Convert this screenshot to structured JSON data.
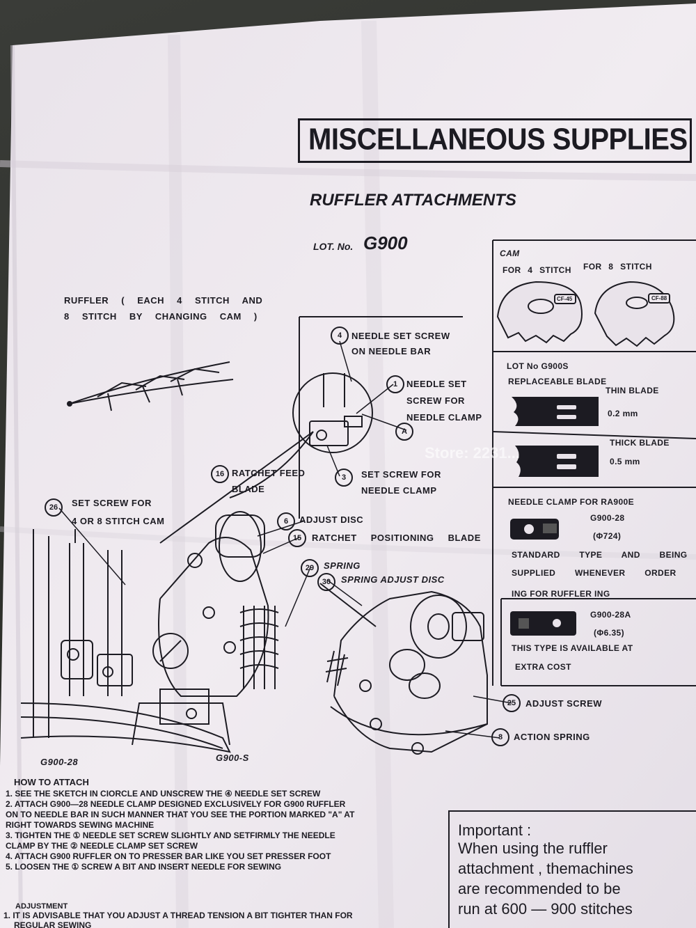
{
  "header": {
    "title": "MISCELLANEOUS SUPPLIES",
    "subtitle": "RUFFLER ATTACHMENTS",
    "lot_label": "LOT. No.",
    "lot_value": "G900"
  },
  "ruffler_note": {
    "line1": "RUFFLER ( EACH 4 STITCH AND",
    "line2": "8 STITCH BY CHANGING CAM )"
  },
  "callouts": {
    "c4": {
      "num": "4",
      "line1": "NEEDLE SET SCREW",
      "line2": "ON NEEDLE BAR"
    },
    "c1": {
      "num": "1",
      "line1": "NEEDLE SET",
      "line2": "SCREW FOR",
      "line3": "NEEDLE CLAMP"
    },
    "cA": {
      "num": "A"
    },
    "c3": {
      "num": "3",
      "line1": "SET SCREW FOR",
      "line2": "NEEDLE CLAMP"
    },
    "c16": {
      "num": "16",
      "line1": "RATCHET FEED",
      "line2": "BLADE"
    },
    "c26": {
      "num": "26",
      "line1": "SET SCREW FOR",
      "line2": "4 OR 8 STITCH CAM"
    },
    "c6": {
      "num": "6",
      "text": "ADJUST DISC"
    },
    "c15": {
      "num": "15",
      "text": "RATCHET POSITIONING BLADE"
    },
    "c29": {
      "num": "29",
      "text": "SPRING"
    },
    "c30": {
      "num": "30",
      "text": "SPRING ADJUST DISC"
    },
    "c25": {
      "num": "25",
      "text": "ADJUST SCREW"
    },
    "c8": {
      "num": "8",
      "text": "ACTION SPRING"
    }
  },
  "watermark": "Store: 2231...",
  "cam_panel": {
    "title": "CAM",
    "label_4": "FOR 4 STITCH",
    "label_8": "FOR 8 STITCH",
    "code_4": "CF-45",
    "code_8": "CF-88"
  },
  "blade_panel": {
    "lot": "LOT No  G900S",
    "title": "REPLACEABLE BLADE",
    "thin": "THIN BLADE",
    "thin_size": "0.2 mm",
    "thick": "THICK BLADE",
    "thick_size": "0.5 mm"
  },
  "clamp_panel": {
    "title": "NEEDLE CLAMP FOR RA900E",
    "part1": "G900-28",
    "part1_dim": "(Φ724)",
    "desc1": "STANDARD TYPE AND BEING",
    "desc2": "SUPPLIED WHENEVER ORDER",
    "desc3": "ING FOR RUFFLER ING",
    "part2": "G900-28A",
    "part2_dim": "(Φ6.35)",
    "desc4": "THIS TYPE IS AVAILABLE AT",
    "desc5": "EXTRA COST"
  },
  "fig_labels": {
    "left": "G900-28",
    "right": "G900-S"
  },
  "how_to": {
    "title": "HOW TO ATTACH",
    "lines": [
      "1. SEE THE SKETCH IN CIORCLE AND UNSCREW THE ④ NEEDLE SET SCREW",
      "2. ATTACH G900—28 NEEDLE CLAMP DESIGNED EXCLUSIVELY  FOR G900 RUFFLER",
      "    ON TO NEEDLE BAR IN SUCH MANNER THAT YOU SEE THE PORTION MARKED \"A\" AT",
      "    RIGHT TOWARDS SEWING MACHINE",
      "3. TIGHTEN THE ① NEEDLE SET SCREW SLIGHTLY AND SETFIRMLY THE NEEDLE",
      "    CLAMP BY THE ② NEEDLE CLAMP SET SCREW",
      "4. ATTACH G900 RUFFLER ON TO PRESSER BAR LIKE YOU SET PRESSER FOOT",
      "5. LOOSEN THE ① SCREW A BIT AND INSERT NEEDLE FOR SEWING"
    ]
  },
  "adjustment": {
    "title": "ADJUSTMENT",
    "line1": "1. IT IS ADVISABLE THAT YOU ADJUST A THREAD TENSION A BIT TIGHTER THAN FOR",
    "line2": "REGULAR SEWING"
  },
  "important": {
    "title": "Important :",
    "lines": [
      "When using the ruffler",
      "attachment , themachines",
      "are recommended to be",
      "run at 600 — 900 stitches"
    ]
  }
}
